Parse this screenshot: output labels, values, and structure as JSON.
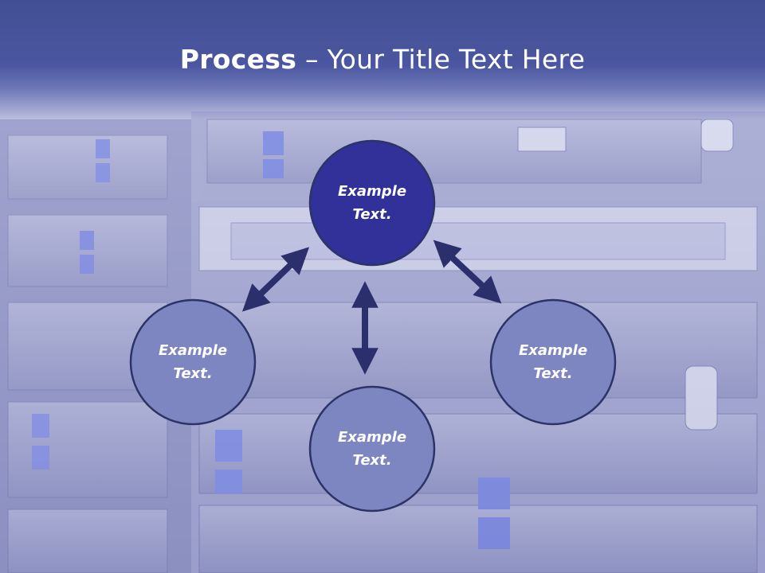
{
  "title": {
    "bold": "Process",
    "dash": " – ",
    "rest": "Your Title Text Here"
  },
  "nodes": [
    {
      "id": "top",
      "line1": "Example",
      "line2": "Text."
    },
    {
      "id": "left",
      "line1": "Example",
      "line2": "Text."
    },
    {
      "id": "bottom",
      "line1": "Example",
      "line2": "Text."
    },
    {
      "id": "right",
      "line1": "Example",
      "line2": "Text."
    }
  ],
  "colors": {
    "header": "#434f93",
    "node_primary": "#313199",
    "node_secondary": "#7e86c2",
    "node_border": "#2c3366",
    "arrow": "#2b2f6b"
  }
}
